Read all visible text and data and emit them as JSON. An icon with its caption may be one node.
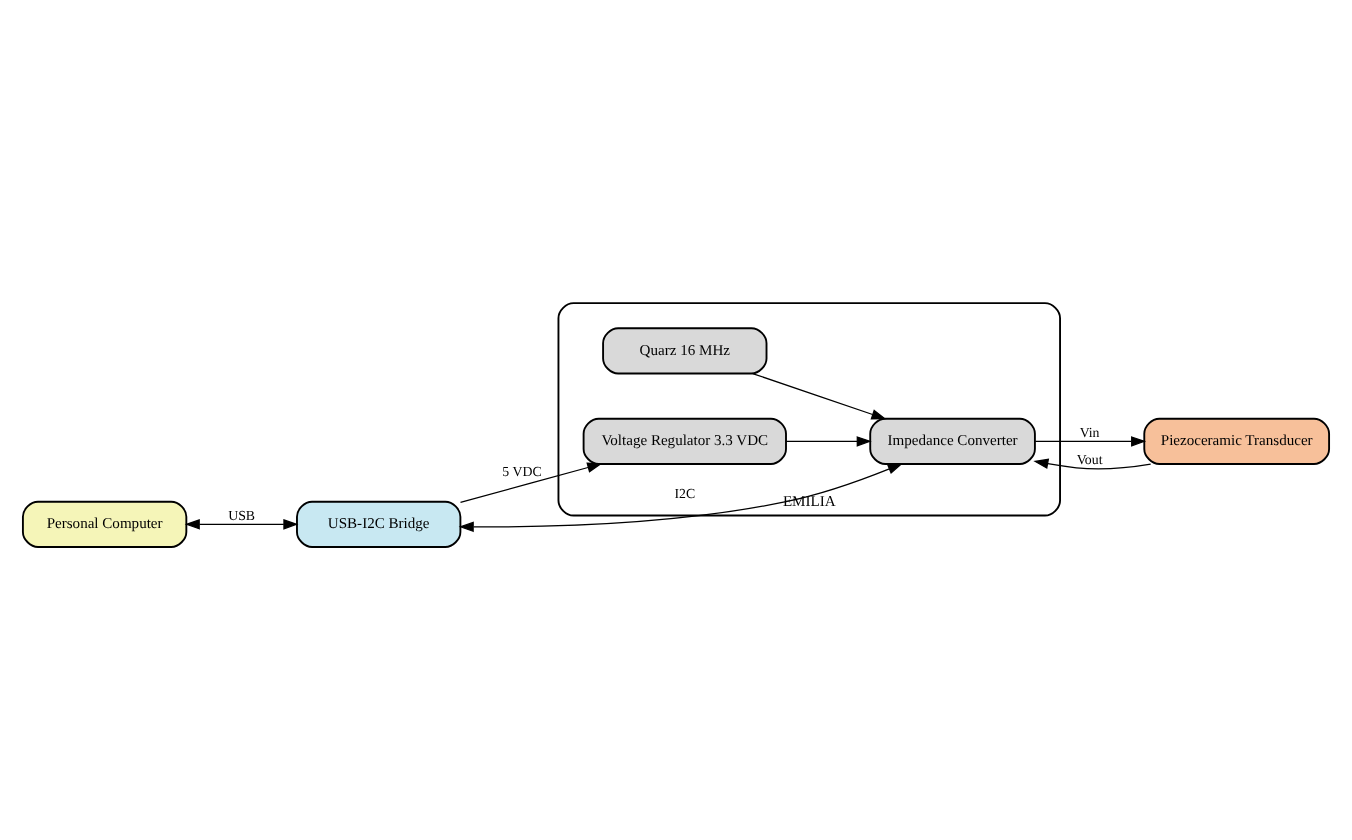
{
  "diagram": {
    "nodes": [
      {
        "text": [
          "Personal Computer"
        ]
      },
      {
        "text": [
          "USB-I2C Bridge"
        ]
      },
      {
        "text": [
          "EMILIA"
        ]
      },
      {
        "text": [
          "Quarz 16 MHz"
        ],
        "in": 2
      },
      {
        "text": [
          "Impedance Converter"
        ],
        "in": 2
      },
      {
        "text": [
          "Voltage Regulator 3.3 VDC"
        ],
        "in": 2
      },
      {
        "text": [
          "Piezoceramic Transducer"
        ]
      }
    ],
    "edges": [
      {
        "from": 0,
        "to": 1,
        "arrow": "both",
        "label": "USB"
      },
      {
        "from": 1,
        "to": 4,
        "arrow": "both",
        "label": "I2C"
      },
      {
        "from": 1,
        "to": 5,
        "arrow": "to",
        "label": "5 VDC"
      },
      {
        "from": 3,
        "to": 4,
        "arrow": "to"
      },
      {
        "from": 5,
        "to": 4,
        "arrow": "to"
      },
      {
        "from": 4,
        "to": 6,
        "arrow": "to",
        "label": "Vin"
      },
      {
        "from": 6,
        "to": 4,
        "arrow": "to",
        "label": "Vout"
      }
    ]
  }
}
